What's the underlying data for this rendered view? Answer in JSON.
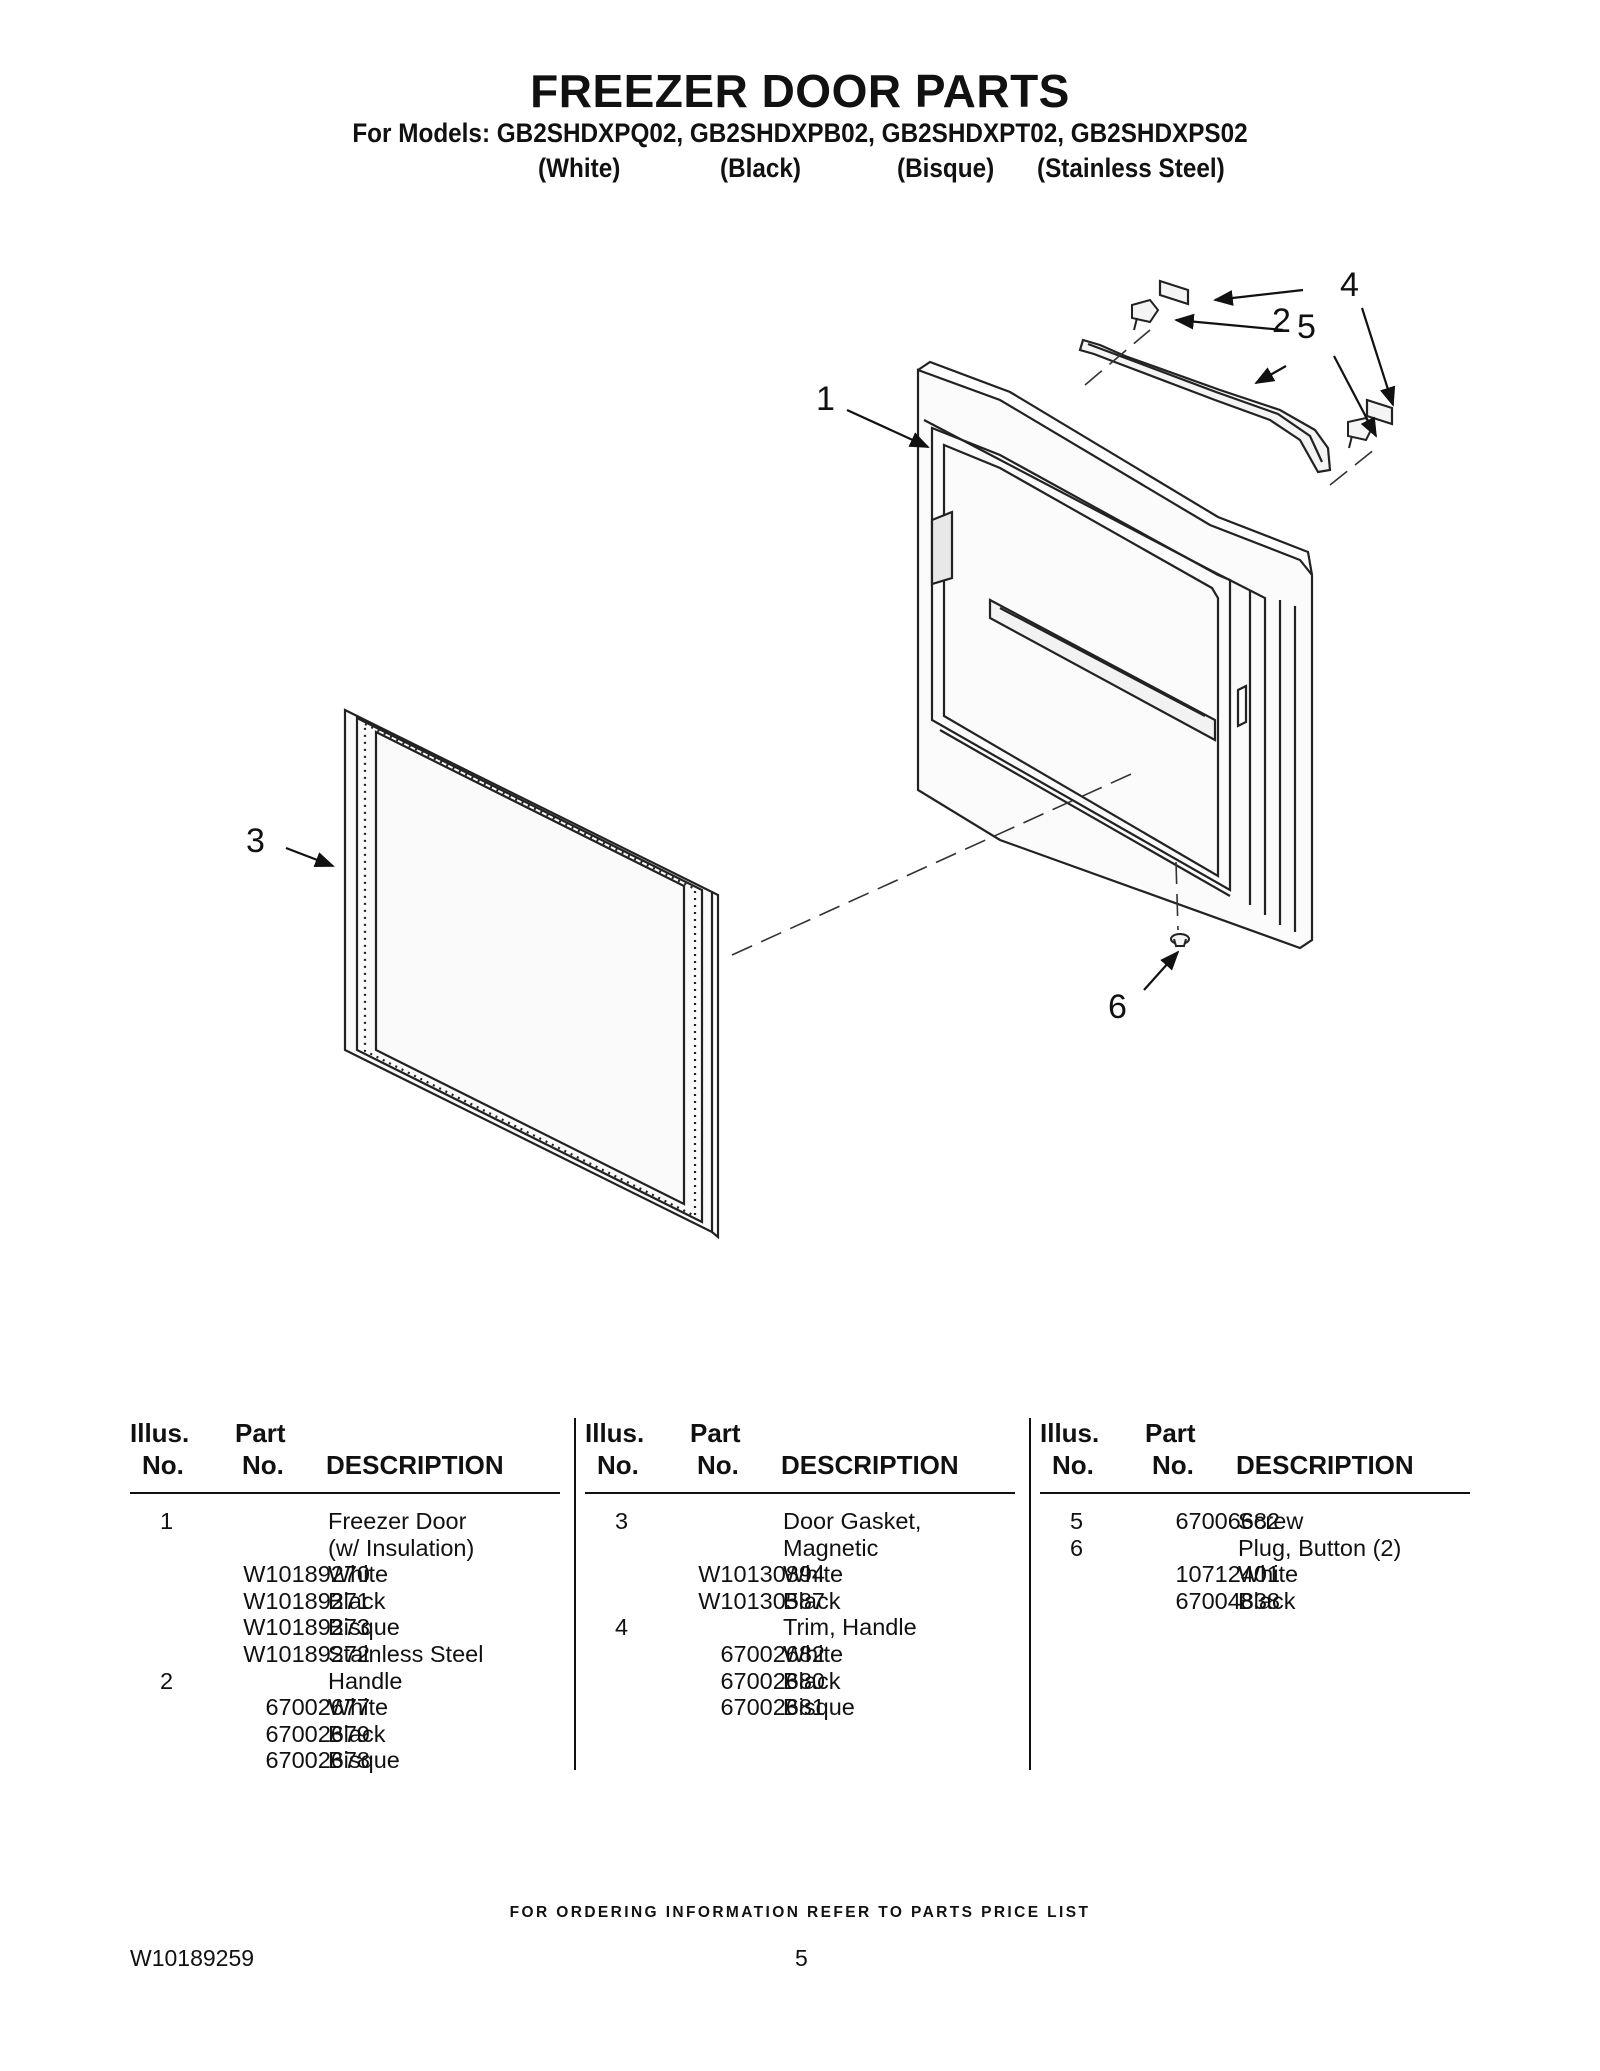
{
  "header": {
    "title": "FREEZER DOOR PARTS",
    "models": "For Models: GB2SHDXPQ02, GB2SHDXPB02, GB2SHDXPT02, GB2SHDXPS02",
    "variants": [
      "(White)",
      "(Black)",
      "(Bisque)",
      "(Stainless Steel)"
    ]
  },
  "diagram": {
    "callouts": [
      "1",
      "2",
      "3",
      "4",
      "5",
      "6"
    ]
  },
  "table": {
    "headers": {
      "illus_top": "Illus.",
      "illus_bottom": "No.",
      "part_top": "Part",
      "part_bottom": "No.",
      "desc": "DESCRIPTION"
    },
    "columns": [
      [
        {
          "illus": "1",
          "part": "",
          "desc": "Freezer Door"
        },
        {
          "illus": "",
          "part": "",
          "desc": "(w/ Insulation)"
        },
        {
          "illus": "",
          "part": "W10189270",
          "desc": "White"
        },
        {
          "illus": "",
          "part": "W10189271",
          "desc": "Black"
        },
        {
          "illus": "",
          "part": "W10189273",
          "desc": "Bisque"
        },
        {
          "illus": "",
          "part": "W10189272",
          "desc": "Stainless Steel"
        },
        {
          "illus": "2",
          "part": "",
          "desc": "Handle"
        },
        {
          "illus": "",
          "part": "67002677",
          "desc": "White"
        },
        {
          "illus": "",
          "part": "67002679",
          "desc": "Black"
        },
        {
          "illus": "",
          "part": "67002678",
          "desc": "Bisque"
        }
      ],
      [
        {
          "illus": "3",
          "part": "",
          "desc": "Door Gasket,"
        },
        {
          "illus": "",
          "part": "",
          "desc": "Magnetic"
        },
        {
          "illus": "",
          "part": "W10130894",
          "desc": "White"
        },
        {
          "illus": "",
          "part": "W10130587",
          "desc": "Black"
        },
        {
          "illus": "4",
          "part": "",
          "desc": "Trim, Handle"
        },
        {
          "illus": "",
          "part": "67002682",
          "desc": "White"
        },
        {
          "illus": "",
          "part": "67002680",
          "desc": "Black"
        },
        {
          "illus": "",
          "part": "67002681",
          "desc": "Bisque"
        }
      ],
      [
        {
          "illus": "5",
          "part": "67006682",
          "desc": "Screw"
        },
        {
          "illus": "6",
          "part": "",
          "desc": "Plug, Button (2)"
        },
        {
          "illus": "",
          "part": "10712401",
          "desc": "White"
        },
        {
          "illus": "",
          "part": "67004838",
          "desc": "Black"
        }
      ]
    ]
  },
  "footer": {
    "note": "FOR ORDERING INFORMATION REFER TO PARTS PRICE LIST",
    "doc_number": "W10189259",
    "page_number": "5"
  }
}
